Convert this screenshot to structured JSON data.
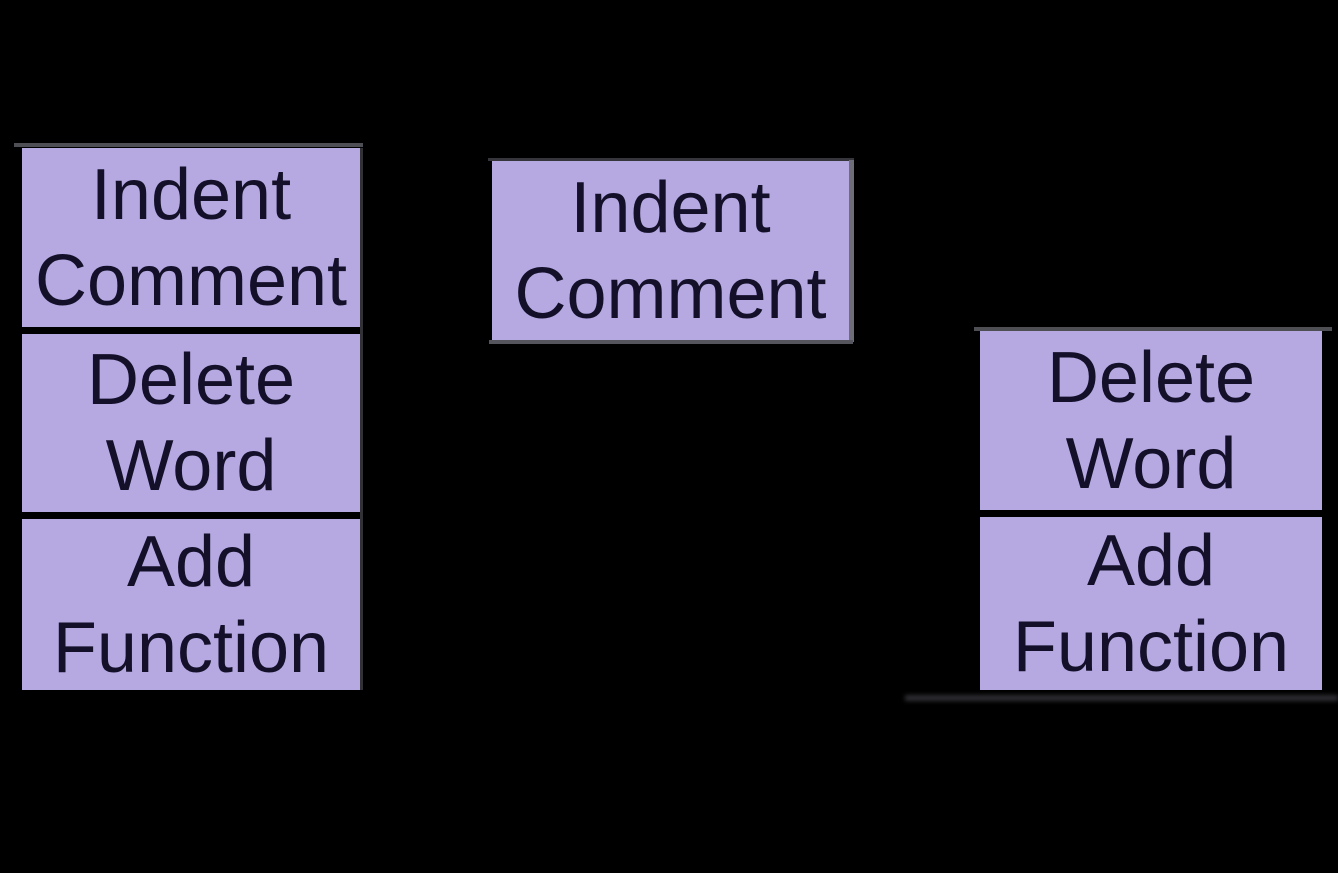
{
  "diagram": {
    "background_color": "#000000",
    "box_fill_color": "#b6a9e2",
    "box_text_color": "#14102a",
    "divider_color": "#000000",
    "highlight_line_color": "#55555d",
    "left_stack": {
      "boxes": [
        {
          "label": "Indent Comment",
          "lines": [
            "Indent",
            "Comment"
          ]
        },
        {
          "label": "Delete Word",
          "lines": [
            "Delete",
            "Word"
          ]
        },
        {
          "label": "Add Function",
          "lines": [
            "Add",
            "Function"
          ]
        }
      ]
    },
    "middle_box": {
      "label": "Indent Comment",
      "lines": [
        "Indent",
        "Comment"
      ]
    },
    "right_stack": {
      "boxes": [
        {
          "label": "Delete Word",
          "lines": [
            "Delete",
            "Word"
          ]
        },
        {
          "label": "Add Function",
          "lines": [
            "Add",
            "Function"
          ]
        }
      ]
    }
  }
}
